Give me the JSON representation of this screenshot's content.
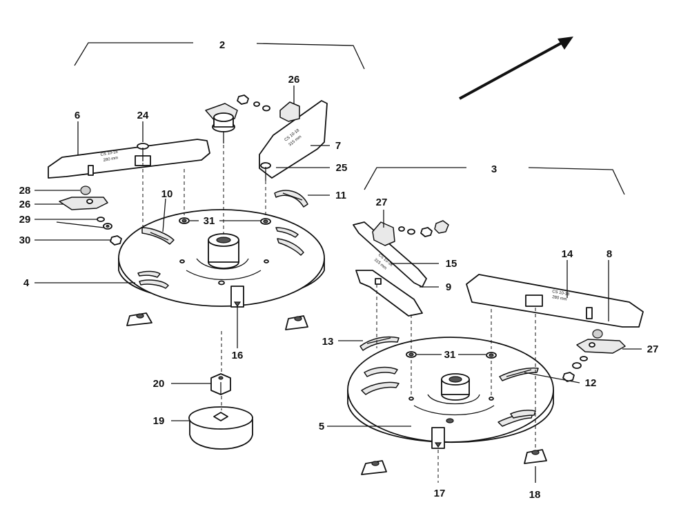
{
  "callouts": {
    "c2": "2",
    "c3": "3",
    "c4": "4",
    "c5": "5",
    "c6": "6",
    "c7": "7",
    "c8": "8",
    "c9": "9",
    "c10": "10",
    "c11": "11",
    "c12": "12",
    "c13": "13",
    "c14": "14",
    "c15": "15",
    "c16": "16",
    "c17": "17",
    "c18": "18",
    "c19": "19",
    "c20": "20",
    "c24": "24",
    "c25": "25",
    "c26a": "26",
    "c26b": "26",
    "c27a": "27",
    "c27b": "27",
    "c28": "28",
    "c29": "29",
    "c30": "30",
    "c31a": "31",
    "c31b": "31"
  },
  "blade_texts": {
    "blade6_line1": "CS 10-18",
    "blade6_line2": "280 mm",
    "blade7_line1": "CS 10-18",
    "blade7_line2": "315 mm",
    "blade8_line1": "CS 10-18",
    "blade8_line2": "280 mm",
    "blade15_line1": "CS 10-18",
    "blade15_line2": "315 mm"
  },
  "icons": {
    "direction_arrow": "direction-arrow-icon"
  }
}
